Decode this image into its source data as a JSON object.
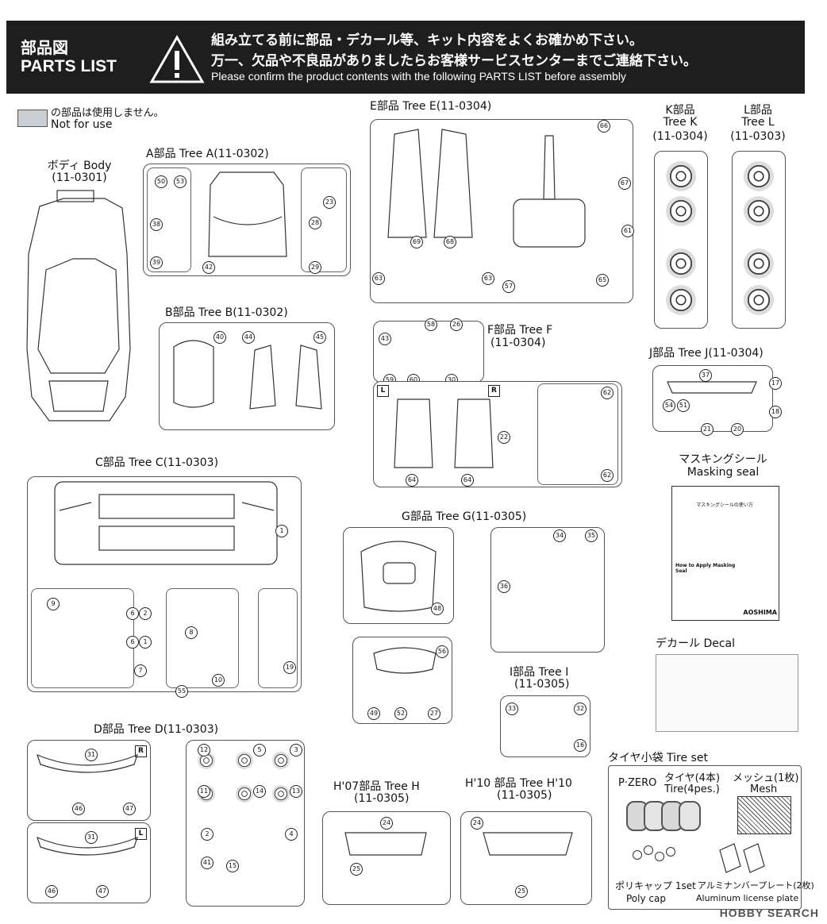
{
  "header": {
    "title_jp": "部品図",
    "title_en": "PARTS LIST",
    "notice_jp_1": "組み立てる前に部品・デカール等、キット内容をよくお確かめ下さい。",
    "notice_jp_2": "万一、欠品や不良品がありましたらお客様サービスセンターまでご連絡下さい。",
    "notice_en": "Please confirm the product contents with the following PARTS LIST before assembly"
  },
  "legend": {
    "jp": "の部品は使用しません。",
    "en": "Not for use"
  },
  "body": {
    "label": "ボディ Body",
    "code": "(11-0301)"
  },
  "trees": {
    "a": {
      "label": "A部品 Tree A",
      "code": "(11-0302)"
    },
    "b": {
      "label": "B部品 Tree B",
      "code": "(11-0302)"
    },
    "c": {
      "label": "C部品 Tree C",
      "code": "(11-0303)"
    },
    "d": {
      "label": "D部品 Tree D",
      "code": "(11-0303)"
    },
    "e": {
      "label": "E部品 Tree E",
      "code": "(11-0304)"
    },
    "f": {
      "label": "F部品 Tree F",
      "code": "(11-0304)"
    },
    "g": {
      "label": "G部品 Tree G",
      "code": "(11-0305)"
    },
    "h": {
      "label": "H'07部品 Tree H",
      "code": "(11-0305)"
    },
    "h10": {
      "label": "H'10 部品 Tree H'10",
      "code": "(11-0305)"
    },
    "i": {
      "label": "I部品 Tree I",
      "code": "(11-0305)"
    },
    "j": {
      "label": "J部品 Tree J",
      "code": "(11-0304)"
    },
    "k": {
      "label_1": "K部品",
      "label_2": "Tree K",
      "code": "(11-0304)"
    },
    "l": {
      "label_1": "L部品",
      "label_2": "Tree L",
      "code": "(11-0303)"
    }
  },
  "masking": {
    "label_jp": "マスキングシール",
    "label_en": "Masking seal",
    "heading": "マスキングシールの使い方",
    "how_to": "How to Apply Masking Seal",
    "brand": "AOSHIMA"
  },
  "decal": {
    "label": "デカール Decal"
  },
  "tireset": {
    "title": "タイヤ小袋 Tire set",
    "pzero": "P·ZERO",
    "tire_jp": "タイヤ(4本)",
    "tire_en": "Tire(4pes.)",
    "mesh_jp": "メッシュ(1枚)",
    "mesh_en": "Mesh",
    "polycap_jp": "ポリキャップ 1set",
    "polycap_en": "Poly cap",
    "plate_jp": "アルミナンバープレート(2枚)",
    "plate_en": "Aluminum license plate"
  },
  "side_markers": {
    "l": "L",
    "r": "R"
  },
  "watermark": "HOBBY SEARCH",
  "part_numbers": {
    "a": [
      "50",
      "53",
      "23",
      "38",
      "28",
      "39",
      "42",
      "29"
    ],
    "b": [
      "40",
      "44",
      "45"
    ],
    "c": [
      "1",
      "9",
      "6",
      "2",
      "8",
      "6",
      "1",
      "7",
      "10",
      "19",
      "55"
    ],
    "d": [
      "31",
      "46",
      "47",
      "31",
      "46",
      "47",
      "12",
      "5",
      "3",
      "11",
      "14",
      "13",
      "2",
      "4",
      "41",
      "15"
    ],
    "e": [
      "66",
      "67",
      "61",
      "69",
      "68",
      "63",
      "63",
      "57",
      "65"
    ],
    "f": [
      "43",
      "58",
      "26",
      "59",
      "60",
      "30",
      "22",
      "62",
      "64",
      "64",
      "62"
    ],
    "g": [
      "34",
      "35",
      "36",
      "48",
      "56",
      "49",
      "52",
      "27"
    ],
    "i": [
      "33",
      "32",
      "16"
    ],
    "j": [
      "37",
      "17",
      "54",
      "51",
      "18",
      "21",
      "20"
    ],
    "h": [
      "24",
      "25"
    ],
    "h10": [
      "24",
      "25"
    ]
  }
}
